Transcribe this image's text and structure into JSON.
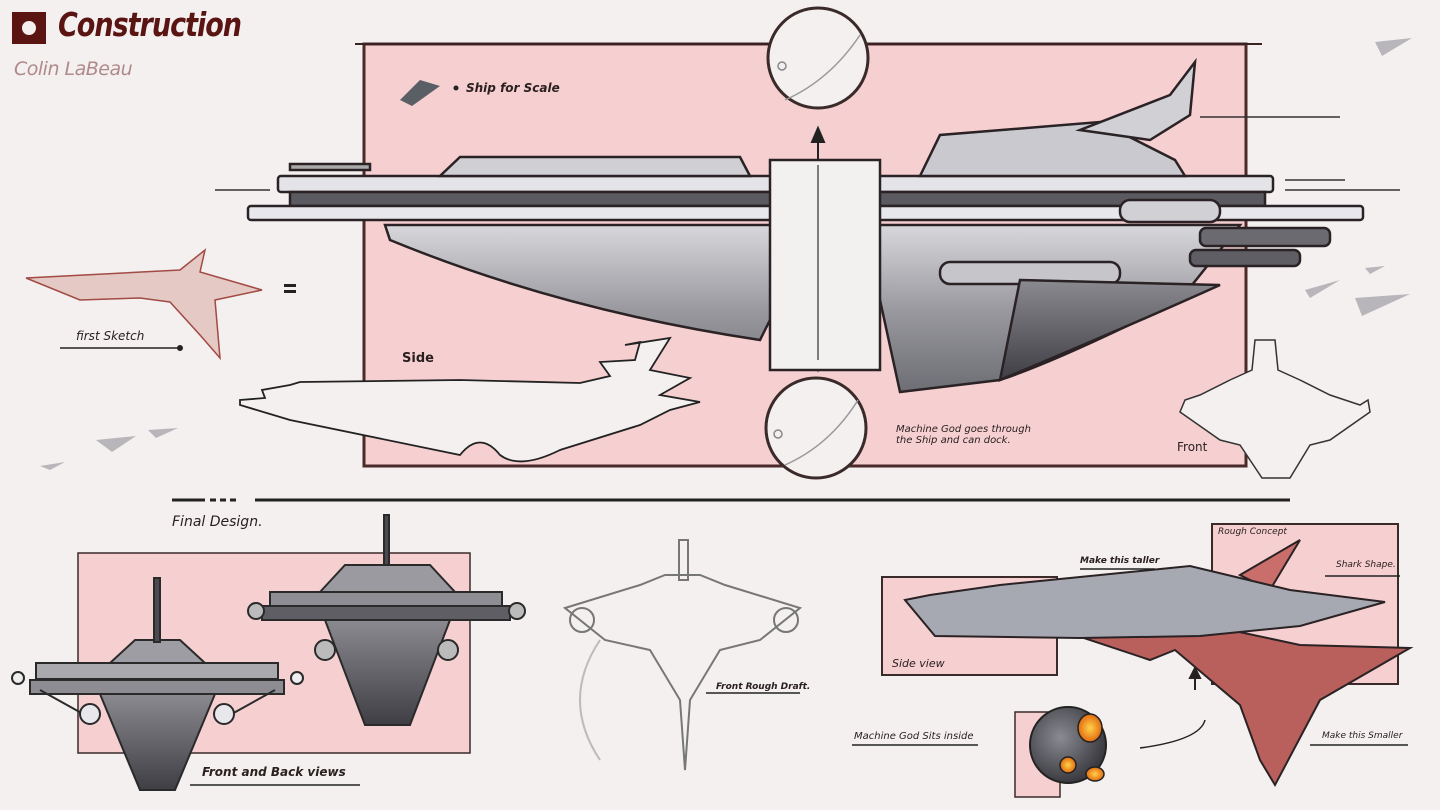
{
  "header": {
    "logo_icon": "square-circle-logo-icon",
    "title": "Construction",
    "author": "Colin LaBeau"
  },
  "colors": {
    "background": "#f3f0ef",
    "accent_dark": "#5a1412",
    "author_text": "#b08a8a",
    "panel_pink": "#f6cfd0",
    "hull_gray": "#8d8d93",
    "hull_dark": "#4a4a50",
    "sketch_red": "#b7605c",
    "orb_orange": "#f59a1e"
  },
  "top_section": {
    "scale_label": "Ship for Scale",
    "side_label": "Side",
    "front_label": "Front",
    "machine_god_note_line1": "Machine God goes through",
    "machine_god_note_line2": "the Ship and can dock.",
    "first_sketch_label": "first Sketch",
    "equals_sign": "="
  },
  "bottom_section": {
    "section_title": "Final Design.",
    "front_back_label": "Front and Back views",
    "front_rough_label": "Front Rough Draft.",
    "rough_concept_label": "Rough Concept",
    "make_taller_label": "Make this taller",
    "shark_shape_label": "Shark Shape.",
    "side_view_label": "Side view",
    "machine_god_inside_label": "Machine God Sits inside",
    "make_smaller_label": "Make this Smaller"
  }
}
